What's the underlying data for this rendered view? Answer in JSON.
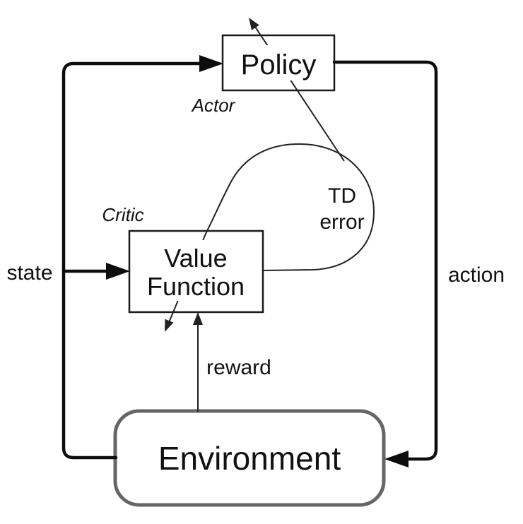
{
  "diagram": {
    "nodes": {
      "policy": {
        "label": "Policy",
        "role_label": "Actor"
      },
      "value_function": {
        "label_line1": "Value",
        "label_line2": "Function",
        "role_label": "Critic"
      },
      "environment": {
        "label": "Environment"
      }
    },
    "edges": {
      "state": {
        "label": "state"
      },
      "action": {
        "label": "action"
      },
      "reward": {
        "label": "reward"
      },
      "td_error": {
        "label_line1": "TD",
        "label_line2": "error"
      }
    },
    "colors": {
      "background": "#ffffff",
      "box_border": "#1a1a1a",
      "environment_border": "#666666",
      "connection_line": "#0d0d0d",
      "thin_line": "#222222",
      "text": "#111111"
    }
  }
}
